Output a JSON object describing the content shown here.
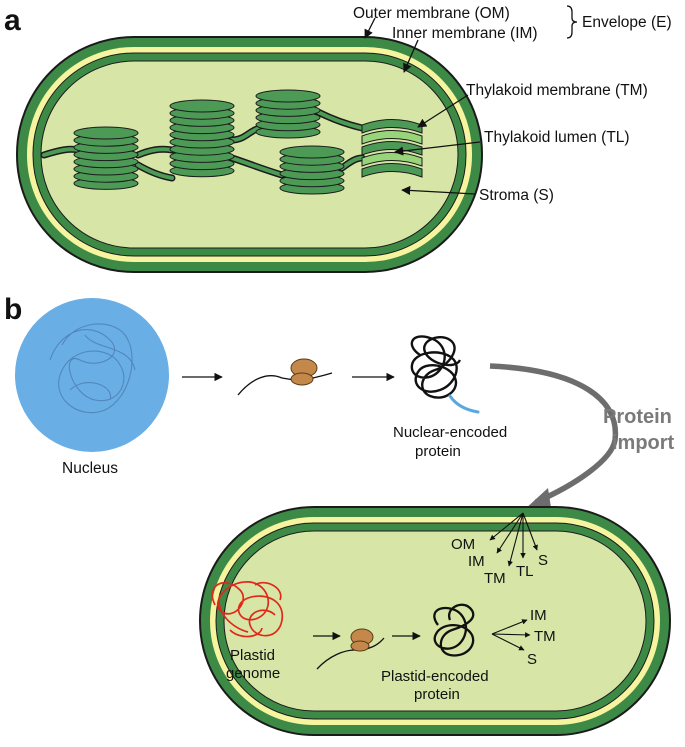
{
  "panels": {
    "a": "a",
    "b": "b"
  },
  "labels_a": {
    "outer_membrane": "Outer membrane (OM)",
    "inner_membrane": "Inner membrane (IM)",
    "envelope": "Envelope (E)",
    "thylakoid_membrane": "Thylakoid membrane (TM)",
    "thylakoid_lumen": "Thylakoid lumen (TL)",
    "stroma": "Stroma (S)"
  },
  "labels_b": {
    "nucleus": "Nucleus",
    "nuclear_protein_line1": "Nuclear-encoded",
    "nuclear_protein_line2": "protein",
    "protein_import_line1": "Protein",
    "protein_import_line2": "import",
    "import_targets": [
      "OM",
      "IM",
      "TM",
      "TL",
      "S"
    ],
    "plastid_genome_line1": "Plastid",
    "plastid_genome_line2": "genome",
    "plastid_protein_line1": "Plastid-encoded",
    "plastid_protein_line2": "protein",
    "plastid_targets": [
      "IM",
      "TM",
      "S"
    ]
  },
  "colors": {
    "outer_membrane": "#3d8a47",
    "intermembrane": "#f7f4a0",
    "inner_membrane": "#3d8a47",
    "stroma": "#d7e6a6",
    "thylakoid": "#4c9a55",
    "thylakoid_highlight": "#98d47a",
    "nucleus": "#6aaee6",
    "ribosome": "#c4894a",
    "nuclear_chain": "#111111",
    "transit_peptide": "#5aa8e0",
    "plastid_genome": "#e0291b",
    "import_arrow": "#6d6d6d"
  }
}
